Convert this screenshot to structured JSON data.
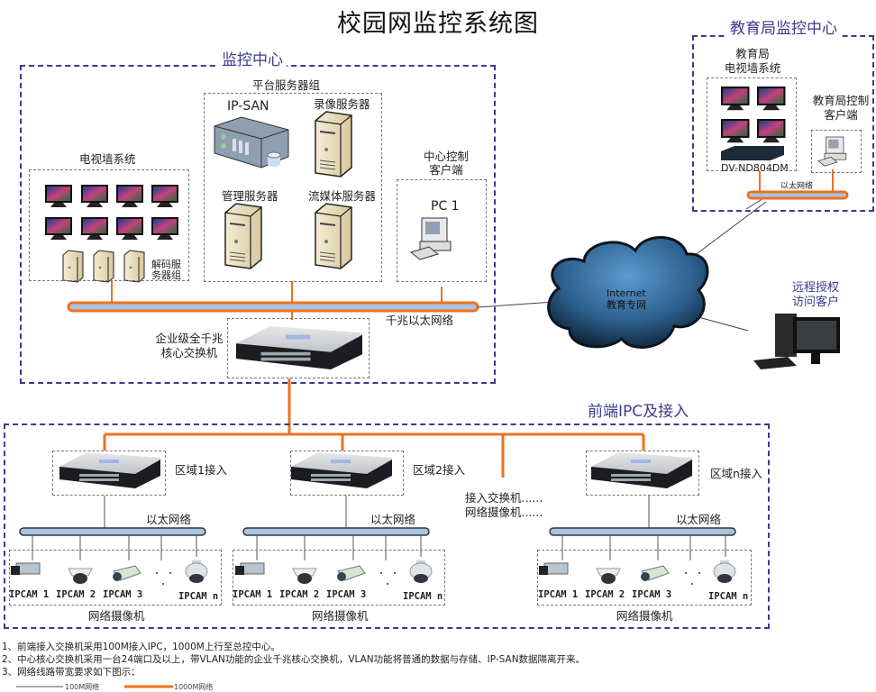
{
  "title": "校园网监控系统图",
  "colors": {
    "region_border": "#3c3a8f",
    "gigabit_line": "#f07020",
    "bus_fill": "#a9c4e0",
    "hundred_m_line": "#555555"
  },
  "monitoring_center": {
    "label": "监控中心",
    "server_group": {
      "label": "平台服务器组",
      "servers": [
        {
          "name": "IP-SAN",
          "icon": "storage-array-icon"
        },
        {
          "name": "录像服务器",
          "icon": "server-tower-icon"
        },
        {
          "name": "管理服务器",
          "icon": "server-tower-icon"
        },
        {
          "name": "流媒体服务器",
          "icon": "server-tower-icon"
        }
      ]
    },
    "tv_wall": {
      "label": "电视墙系统",
      "monitor_count": 8,
      "decoder_label_line1": "解码服",
      "decoder_label_line2": "务器组"
    },
    "control_client": {
      "label_line1": "中心控制",
      "label_line2": "客户端",
      "pc_label": "PC 1"
    },
    "backbone_label": "千兆以太网络",
    "core_switch_line1": "企业级全千兆",
    "core_switch_line2": "核心交换机"
  },
  "bureau_center": {
    "label": "教育局监控中心",
    "tv_wall_line1": "教育局",
    "tv_wall_line2": "电视墙系统",
    "decoder_model": "DV-ND804DM",
    "client_line1": "教育局控制",
    "client_line2": "客户端",
    "network_label": "以太网络"
  },
  "cloud": {
    "line1": "Internet",
    "line2": "教育专网"
  },
  "remote_client": {
    "line1": "远程授权",
    "line2": "访问客户"
  },
  "front_end": {
    "label": "前端IPC及接入",
    "more_line1": "接入交换机......",
    "more_line2": "网络摄像机......",
    "zones": [
      {
        "switch_label": "区域1接入",
        "network_label": "以太网络",
        "cameras": [
          "IPCAM 1",
          "IPCAM 2",
          "IPCAM 3",
          "IPCAM n"
        ],
        "camera_group_label": "网络摄像机"
      },
      {
        "switch_label": "区域2接入",
        "network_label": "以太网络",
        "cameras": [
          "IPCAM 1",
          "IPCAM 2",
          "IPCAM 3",
          "IPCAM n"
        ],
        "camera_group_label": "网络摄像机"
      },
      {
        "switch_label": "区域n接入",
        "network_label": "以太网络",
        "cameras": [
          "IPCAM 1",
          "IPCAM 2",
          "IPCAM 3",
          "IPCAM n"
        ],
        "camera_group_label": "网络摄像机"
      }
    ]
  },
  "notes": [
    "1、前端接入交换机采用100M接入IPC，1000M上行至总控中心。",
    "2、中心核心交换机采用一台24端口及以上，带VLAN功能的企业千兆核心交换机，VLAN功能将普通的数据与存储、IP-SAN数据隔离开来。",
    "3、网络线路带宽要求如下图示："
  ],
  "legend": [
    {
      "label": "100M网络",
      "color": "#555555"
    },
    {
      "label": "1000M网络",
      "color": "#f07020"
    }
  ]
}
